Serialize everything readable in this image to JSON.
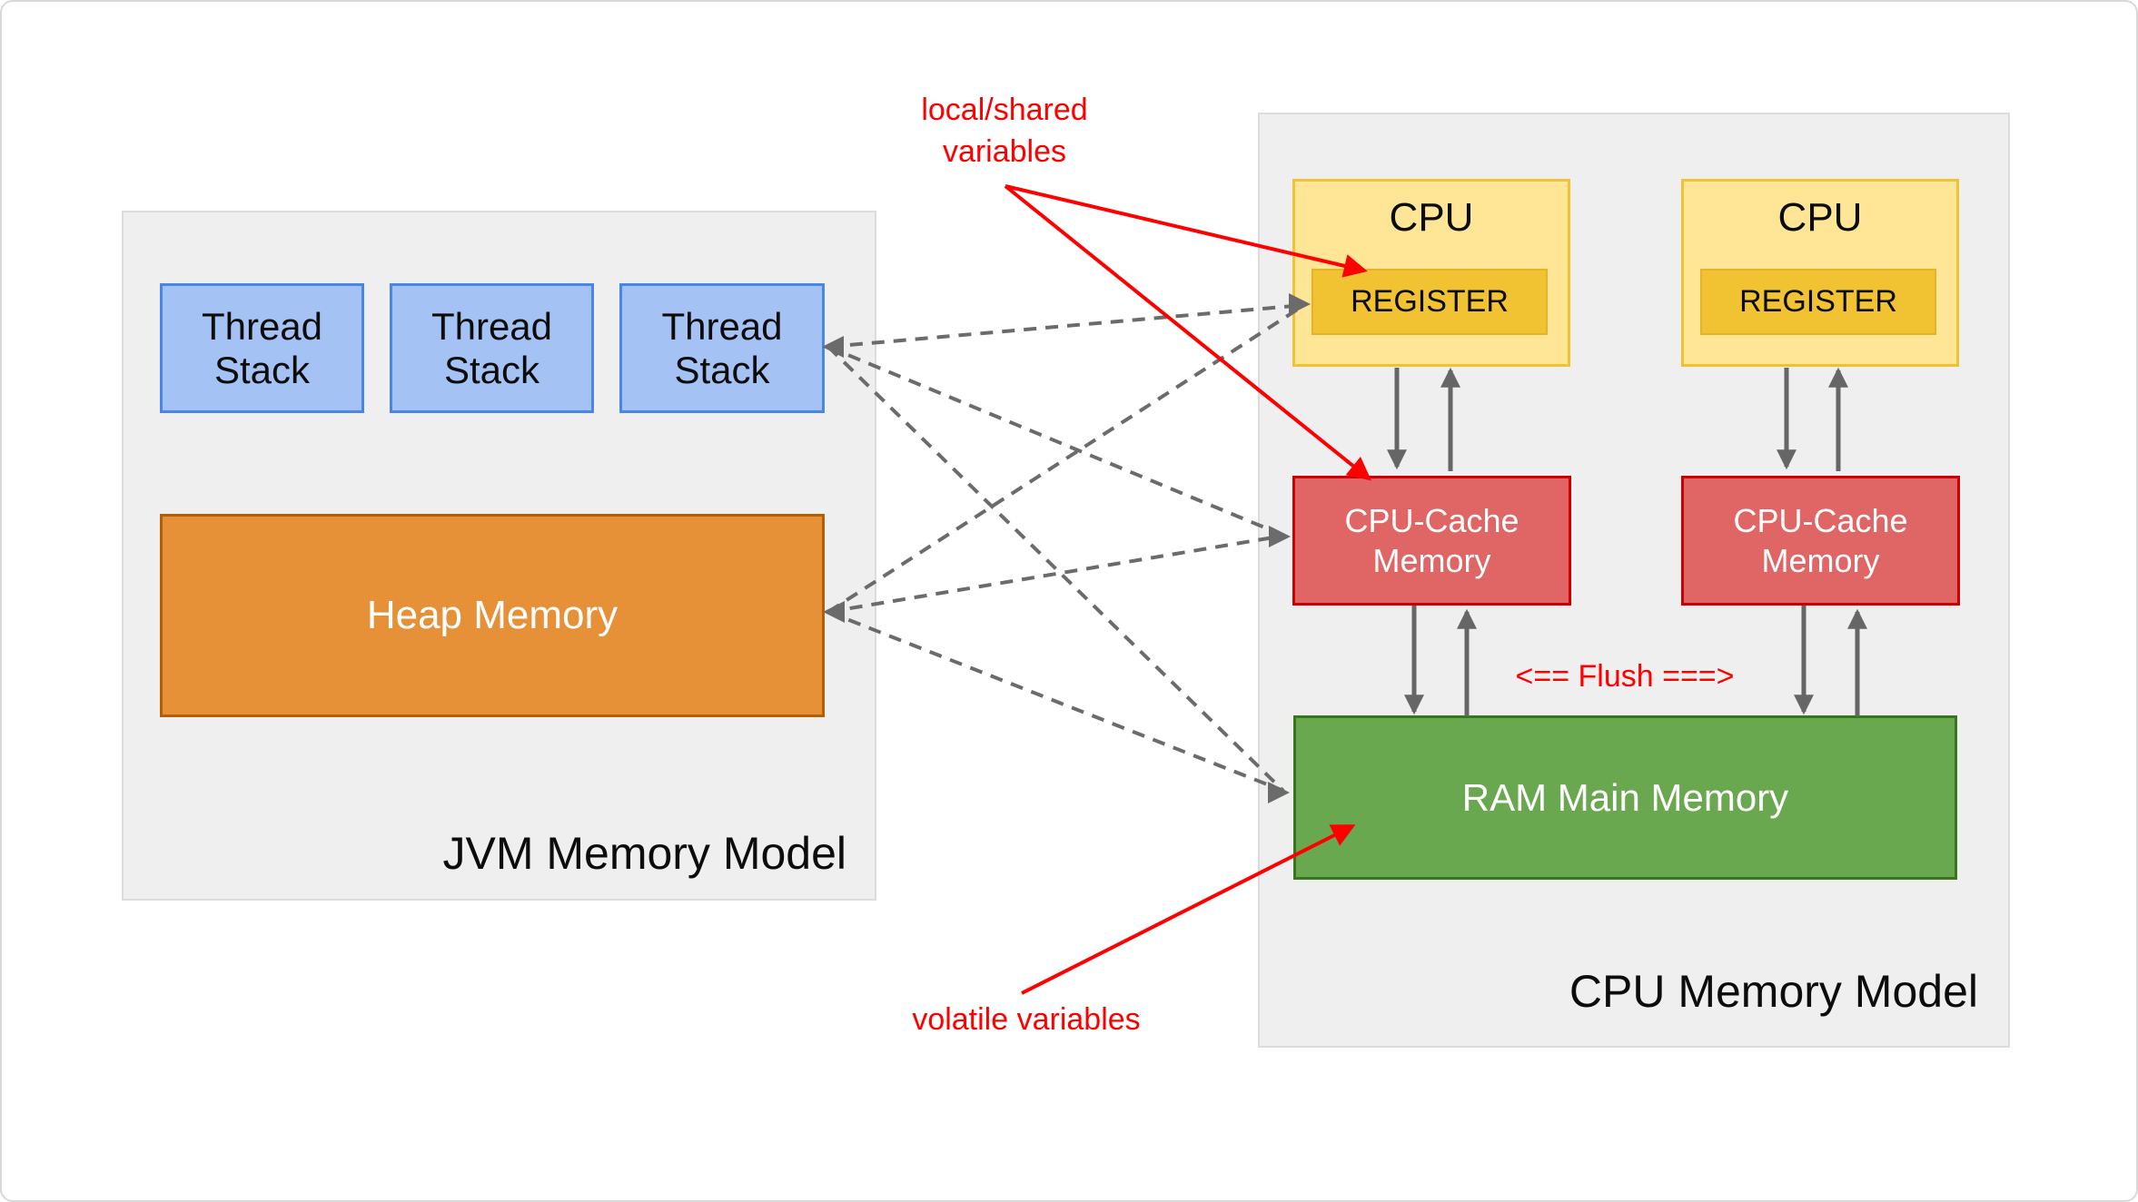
{
  "diagram": {
    "jvm": {
      "title": "JVM Memory Model",
      "thread_stacks": [
        "Thread Stack",
        "Thread Stack",
        "Thread Stack"
      ],
      "heap_label": "Heap Memory"
    },
    "cpu": {
      "title": "CPU Memory Model",
      "cpus": [
        {
          "label": "CPU",
          "register": "REGISTER",
          "cache": "CPU-Cache Memory"
        },
        {
          "label": "CPU",
          "register": "REGISTER",
          "cache": "CPU-Cache Memory"
        }
      ],
      "ram_label": "RAM Main Memory"
    },
    "annotations": {
      "local_shared": "local/shared variables",
      "volatile": "volatile variables",
      "flush": "<== Flush ===>"
    },
    "colors": {
      "panel_bg": "#efefef",
      "panel_border": "#dcdcdc",
      "thread_fill": "#a4c2f4",
      "thread_border": "#4a86e8",
      "heap_fill": "#e69138",
      "heap_border": "#b45f06",
      "cpu_fill": "#ffe596",
      "cpu_border": "#f1c232",
      "register_fill": "#f1c232",
      "cache_fill": "#e06666",
      "cache_border": "#cc0000",
      "ram_fill": "#6aa84f",
      "ram_border": "#38761d",
      "arrow_gray": "#666666",
      "annotation_red": "#ff0000"
    }
  }
}
